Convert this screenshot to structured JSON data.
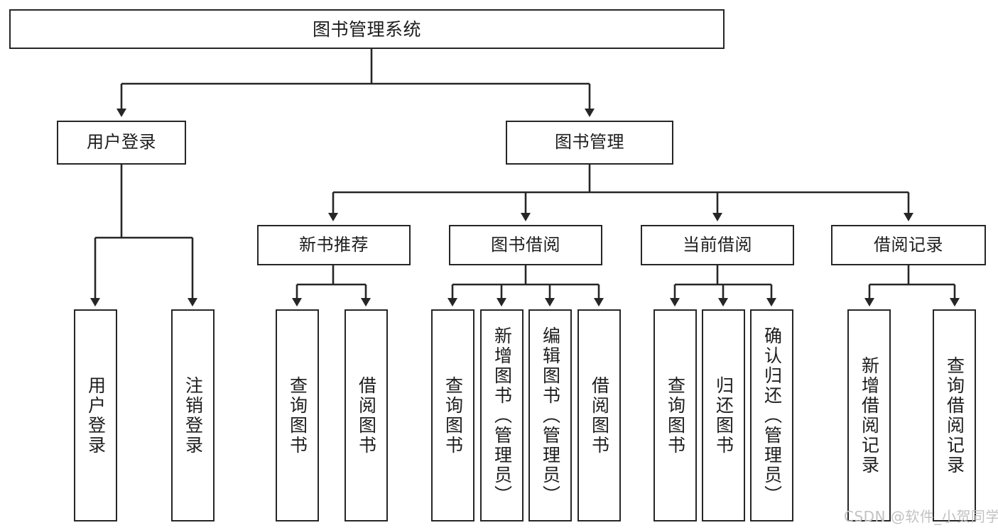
{
  "diagram": {
    "title": "图书管理系统",
    "type": "tree-hierarchy-chart",
    "watermark": "CSDN @软件_小贺同学",
    "line_color": "#262626",
    "box_fill": "#ffffff",
    "text_color": "#1d1d1d",
    "watermark_color": "#c2c2c2"
  },
  "nodes": {
    "root": {
      "label": "图书管理系统"
    },
    "level2": [
      {
        "label": "用户登录"
      },
      {
        "label": "图书管理"
      }
    ],
    "level3": [
      {
        "label": "新书推荐"
      },
      {
        "label": "图书借阅"
      },
      {
        "label": "当前借阅"
      },
      {
        "label": "借阅记录"
      }
    ],
    "leaves": {
      "user_login": [
        {
          "label": "用户登录"
        },
        {
          "label": "注销登录"
        }
      ],
      "new_book": [
        {
          "label": "查询图书"
        },
        {
          "label": "借阅图书"
        }
      ],
      "book_borrow": [
        {
          "label": "查询图书"
        },
        {
          "label": "新增图书（管理员）"
        },
        {
          "label": "编辑图书（管理员）"
        },
        {
          "label": "借阅图书"
        }
      ],
      "current_borrow": [
        {
          "label": "查询图书"
        },
        {
          "label": "归还图书"
        },
        {
          "label": "确认归还（管理员）"
        }
      ],
      "borrow_record": [
        {
          "label": "新增借阅记录"
        },
        {
          "label": "查询借阅记录"
        }
      ]
    }
  }
}
